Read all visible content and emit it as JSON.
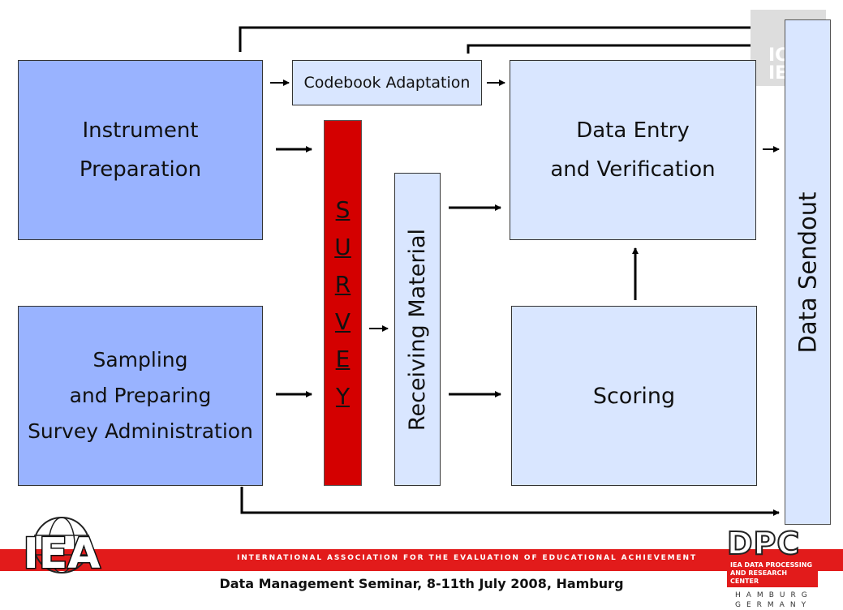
{
  "boxes": {
    "instrument": "Instrument\nPreparation",
    "sampling": "Sampling\nand Preparing\nSurvey Administration",
    "codebook": "Codebook Adaptation",
    "data_entry": "Data Entry\nand Verification",
    "scoring": "Scoring",
    "survey": "S\nU\nR\nV\nE\nY",
    "receiving": "Receiving Material",
    "data_sendout": "Data Sendout"
  },
  "banner": "INTERNATIONAL ASSOCIATION FOR THE EVALUATION OF EDUCATIONAL ACHIEVEMENT",
  "footer": "Data Management Seminar, 8-11th July 2008, Hamburg",
  "logos": {
    "iea": "IEA",
    "dpc": "DPC",
    "dpc_subtitle": "IEA DATA PROCESSING\nAND RESEARCH CENTER",
    "dpc_city": "HAMBURG\nGERMANY",
    "corner": "IC\nIE"
  },
  "colors": {
    "preparation": "#99b3ff",
    "processing": "#d9e6ff",
    "survey": "#d40000",
    "banner": "#e21b1b"
  }
}
